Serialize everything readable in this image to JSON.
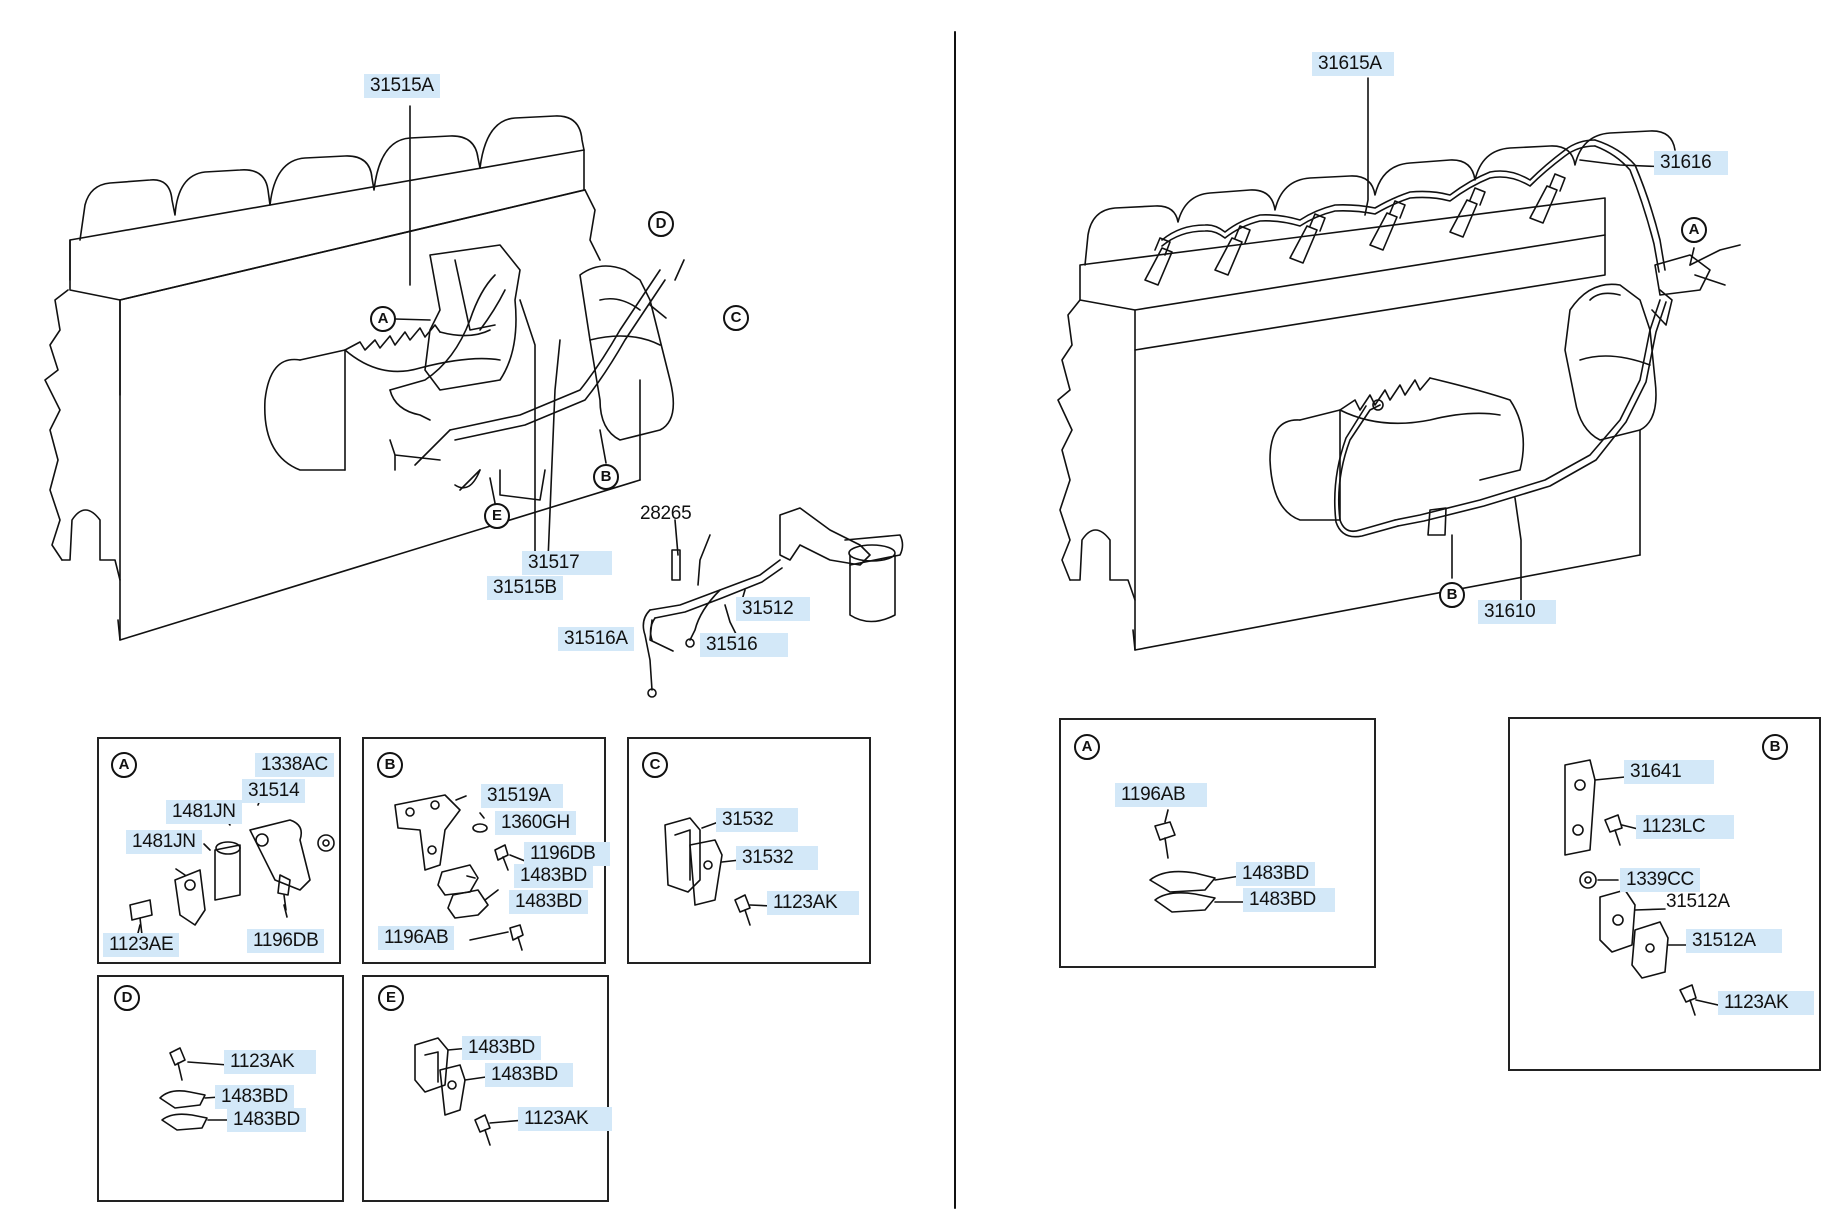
{
  "left_diagram": {
    "callouts": {
      "c31515A": "31515A",
      "c31517": "31517",
      "c31515B": "31515B",
      "c28265": "28265",
      "c31512": "31512",
      "c31516": "31516",
      "c31516A": "31516A"
    },
    "markers": {
      "A": "A",
      "B": "B",
      "C": "C",
      "D": "D",
      "E": "E"
    }
  },
  "right_diagram": {
    "callouts": {
      "c31615A": "31615A",
      "c31616": "31616",
      "c31610": "31610"
    },
    "markers": {
      "A": "A",
      "B": "B"
    }
  },
  "detail_left": {
    "A": {
      "label": "A",
      "parts": [
        "1338AC",
        "31514",
        "1481JN",
        "1481JN",
        "1123AE",
        "1196DB"
      ]
    },
    "B": {
      "label": "B",
      "parts": [
        "31519A",
        "1360GH",
        "1196DB",
        "1483BD",
        "1483BD",
        "1196AB"
      ]
    },
    "C": {
      "label": "C",
      "parts": [
        "31532",
        "31532",
        "1123AK"
      ]
    },
    "D": {
      "label": "D",
      "parts": [
        "1123AK",
        "1483BD",
        "1483BD"
      ]
    },
    "E": {
      "label": "E",
      "parts": [
        "1483BD",
        "1483BD",
        "1123AK"
      ]
    }
  },
  "detail_right": {
    "A": {
      "label": "A",
      "parts": [
        "1196AB",
        "1483BD",
        "1483BD"
      ]
    },
    "B": {
      "label": "B",
      "parts": [
        "31641",
        "1123LC",
        "1339CC",
        "31512A",
        "31512A",
        "1123AK"
      ]
    }
  },
  "colors": {
    "callout_bg": "#d3e8f8",
    "line": "#111111"
  }
}
